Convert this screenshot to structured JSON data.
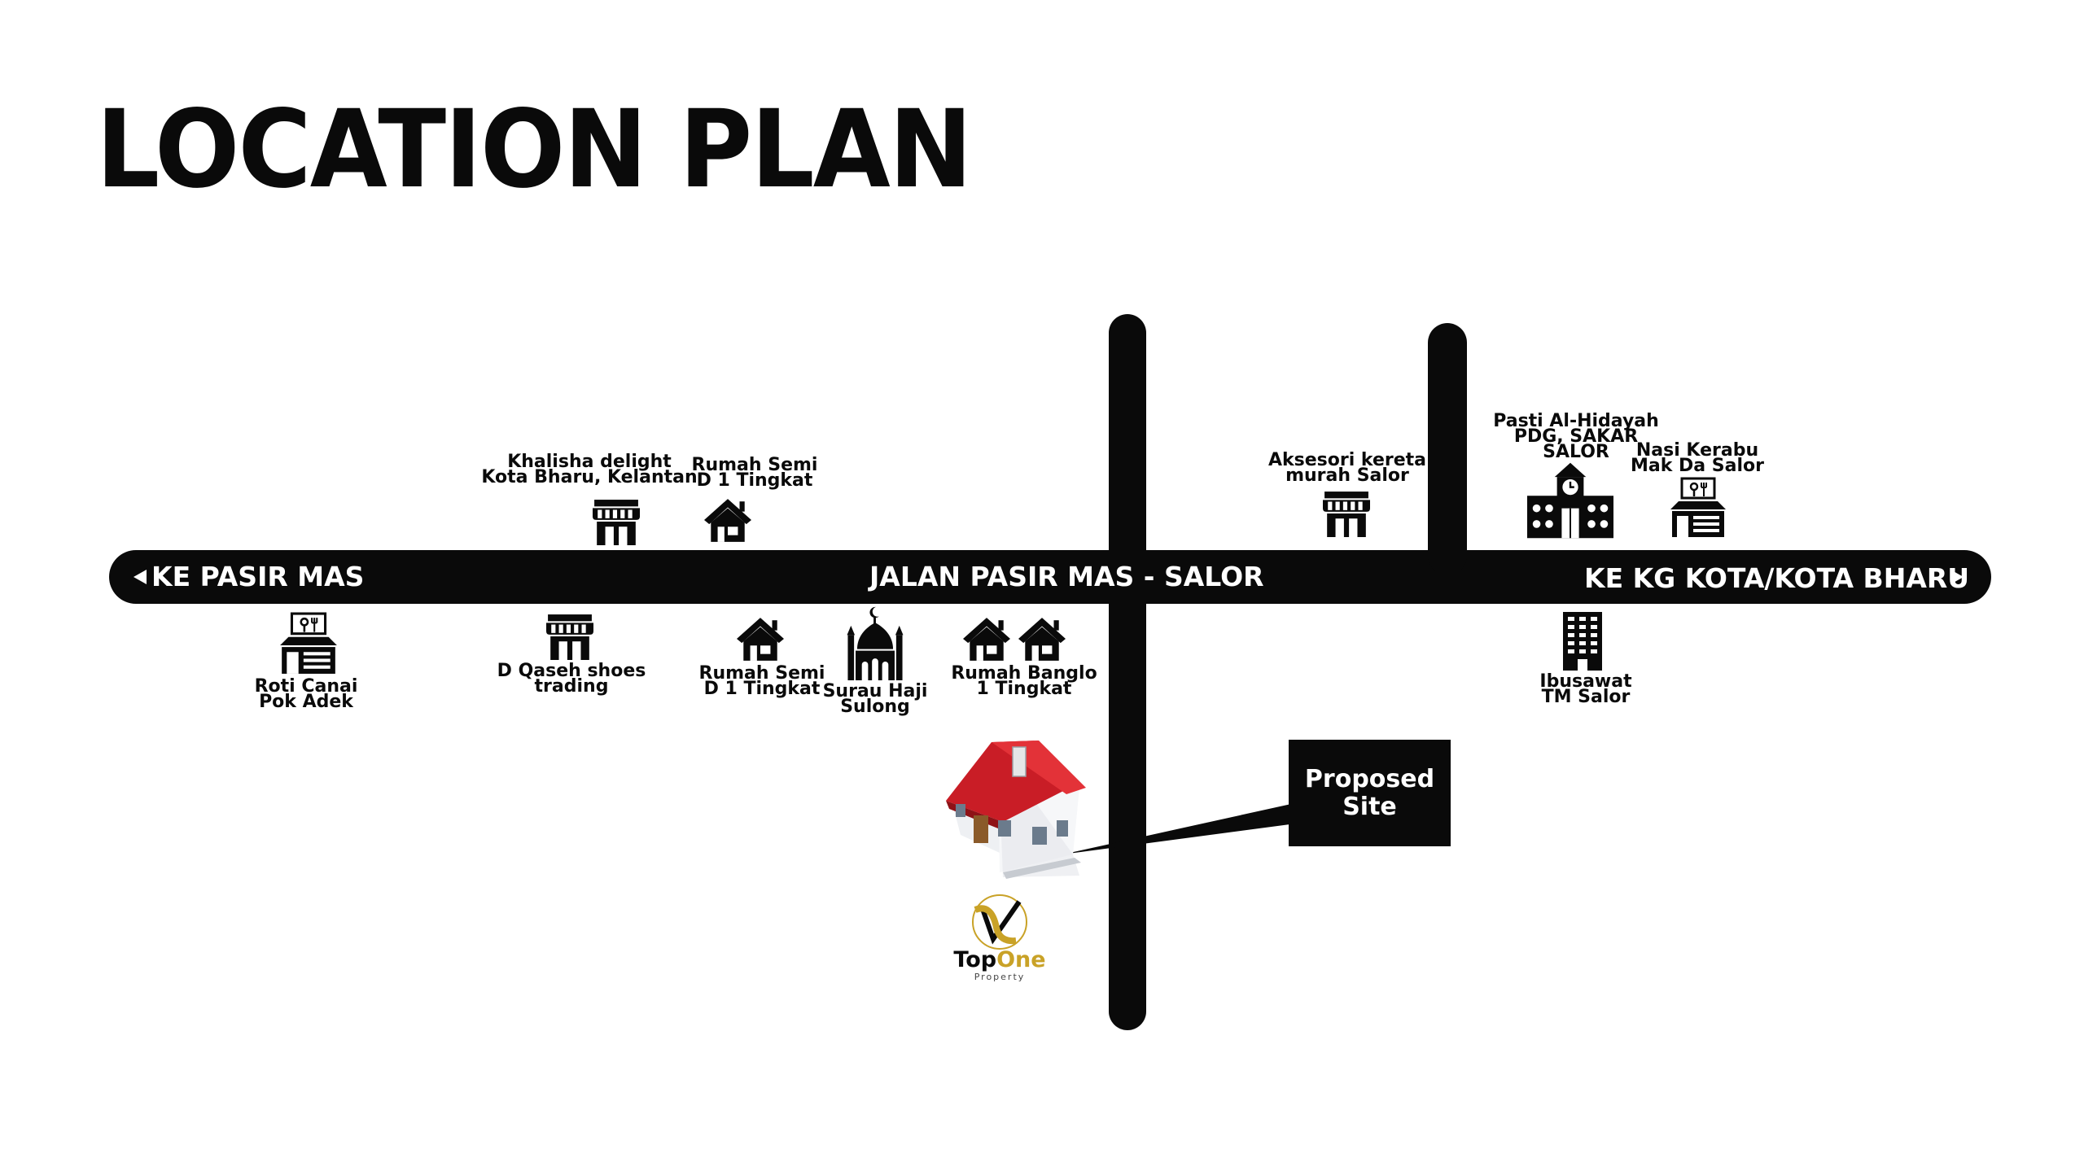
{
  "title": "LOCATION PLAN",
  "roads": {
    "main": "JALAN PASIR MAS - SALOR",
    "west": "KE PASIR MAS",
    "east": "KE KG KOTA/KOTA BHARU"
  },
  "landmarks": {
    "khalisha": [
      "Khalisha delight",
      "Kota Bharu, Kelantan"
    ],
    "rumah_semi_north": [
      "Rumah Semi",
      "D 1 Tingkat"
    ],
    "aksesori": [
      "Aksesori kereta",
      "murah Salor"
    ],
    "pasti": [
      "Pasti Al-Hidayah",
      "PDG, SAKAR",
      "SALOR"
    ],
    "nasi_kerabu": [
      "Nasi Kerabu",
      "Mak Da Salor"
    ],
    "roti_canai": [
      "Roti Canai",
      "Pok Adek"
    ],
    "d_qaseh": [
      "D Qaseh shoes",
      "trading"
    ],
    "rumah_semi_south": [
      "Rumah Semi",
      "D 1 Tingkat"
    ],
    "surau": [
      "Surau Haji",
      "Sulong"
    ],
    "rumah_banglo": [
      "Rumah Banglo",
      "1 Tingkat"
    ],
    "ibusawat": [
      "Ibusawat",
      "TM Salor"
    ]
  },
  "callout": [
    "Proposed",
    "Site"
  ],
  "brand": {
    "part1": "Top",
    "part2": "One",
    "sub": "Property"
  },
  "colors": {
    "road": "#0a0a0a",
    "roof": "#d1262b",
    "brand_gold": "#c9a227"
  },
  "icons": {
    "shop": "storefront-icon",
    "house": "house-icon",
    "restaurant": "restaurant-icon",
    "school": "school-icon",
    "mosque": "mosque-icon",
    "office": "office-building-icon",
    "site": "proposed-house-illustration"
  }
}
